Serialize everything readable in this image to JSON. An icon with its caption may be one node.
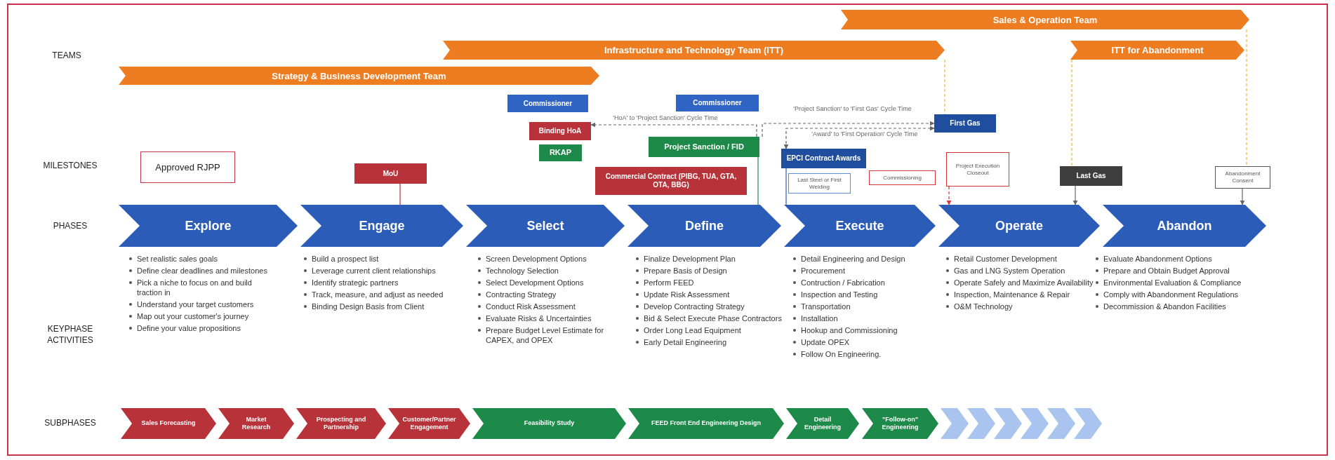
{
  "diagram": {
    "nodes": [
      {
        "text": [
          "Sales & Operation Team"
        ]
      },
      {
        "text": [
          "Infrastructure and Technology Team (ITT)"
        ]
      },
      {
        "text": [
          "ITT for Abandonment"
        ]
      },
      {
        "text": [
          "Strategy & Business Development Team"
        ]
      },
      {
        "text": [
          "Commissioner"
        ]
      },
      {
        "text": [
          "Commissioner"
        ]
      },
      {
        "text": [
          "First Gas"
        ]
      },
      {
        "text": [
          "Binding HoA"
        ]
      },
      {
        "text": [
          "Project Sanction / FID"
        ]
      },
      {
        "text": [
          "RKAP"
        ]
      },
      {
        "text": [
          "EPCI Contract Awards"
        ]
      },
      {
        "text": [
          "Approved RJPP"
        ]
      },
      {
        "text": [
          "MoU"
        ]
      },
      {
        "text": [
          "Project Execution Closeout"
        ]
      },
      {
        "text": [
          "Last Gas"
        ]
      },
      {
        "text": [
          "Abandonment Consent"
        ]
      },
      {
        "text": [
          "Commercial Contract (PIBG, TUA, GTA, OTA, BBG)"
        ]
      },
      {
        "text": [
          "Last Steel or First Welding"
        ]
      },
      {
        "text": [
          "Commissioning"
        ]
      },
      {
        "text": [
          "Explore"
        ]
      },
      {
        "text": [
          "Engage"
        ]
      },
      {
        "text": [
          "Select"
        ]
      },
      {
        "text": [
          "Define"
        ]
      },
      {
        "text": [
          "Execute"
        ]
      },
      {
        "text": [
          "Operate"
        ]
      },
      {
        "text": [
          "Abandon"
        ]
      },
      {
        "text": [
          "Sales Forecasting"
        ]
      },
      {
        "text": [
          "Market Research"
        ]
      },
      {
        "text": [
          "Prospecting and Partnership"
        ]
      },
      {
        "text": [
          "Customer/Partner Engagement"
        ]
      },
      {
        "text": [
          "Feasibility Study"
        ]
      },
      {
        "text": [
          "FEED Front End Engineering Design"
        ]
      },
      {
        "text": [
          "Detail Engineering"
        ]
      },
      {
        "text": [
          "\"Follow-on\" Engineering"
        ]
      },
      {
        "text": [],
        "shape": "chevron"
      },
      {
        "text": [],
        "shape": "chevron"
      },
      {
        "text": [],
        "shape": "chevron"
      },
      {
        "text": [],
        "shape": "chevron"
      },
      {
        "text": [],
        "shape": "chevron"
      },
      {
        "text": [],
        "shape": "chevron"
      }
    ],
    "edges": [
      {
        "from": 12,
        "to": 20,
        "arrow": "none",
        "color": "#b8323a"
      },
      {
        "from": 8,
        "to": 7,
        "arrow": "to",
        "label": "'HoA' to 'Project Sanction' Cycle Time",
        "style": "dashed"
      },
      {
        "from": 8,
        "to": 6,
        "arrow": "to",
        "label": "'Project Sanction' to 'First Gas' Cycle Time",
        "style": "dashed"
      },
      {
        "from": 10,
        "to": 6,
        "arrow": "both",
        "label": "'Award' to 'First Operation' Cycle Time",
        "style": "dashed"
      },
      {
        "from": 8,
        "to": 22,
        "arrow": "none",
        "color": "#1e8a4a"
      },
      {
        "from": 10,
        "to": 23,
        "arrow": "none",
        "color": "#2a5cb8"
      },
      {
        "from": 13,
        "to": 24,
        "arrow": "to",
        "style": "dashed",
        "color": "#d9343a"
      },
      {
        "from": 14,
        "to": 24,
        "arrow": "to"
      },
      {
        "from": 15,
        "to": 25,
        "arrow": "to"
      },
      {
        "from": 1,
        "to": 6,
        "arrow": "none",
        "style": "dashed",
        "color": "#e8b830"
      },
      {
        "from": 2,
        "to": 14,
        "arrow": "none",
        "style": "dashed",
        "color": "#e8b830"
      },
      {
        "from": 0,
        "to": 15,
        "arrow": "none",
        "style": "dashed",
        "color": "#e8b830"
      }
    ],
    "labels": [
      "TEAMS",
      "MILESTONES",
      "PHASES",
      "KEYPHASE ACTIVITIES",
      "Set realistic sales goals",
      "Define clear deadlines and milestones",
      "Pick a niche to focus on and build traction in",
      "Understand your target customers",
      "Map out your customer's journey",
      "Define your value propositions",
      "Build a prospect list",
      "Leverage current client relationships",
      "Identify strategic partners",
      "Track, measure, and adjust as needed",
      "Binding Design Basis from Client",
      "Screen Development Options",
      "Technology Selection",
      "Select Development Options",
      "Contracting Strategy",
      "Conduct Risk Assessment",
      "Evaluate Risks & Uncertainties",
      "Prepare Budget Level Estimate for CAPEX, and OPEX",
      "Finalize Development Plan",
      "Prepare Basis of Design",
      "Perform FEED",
      "Update Risk Assessment",
      "Develop Contracting Strategy",
      "Bid & Select Execute Phase Contractors",
      "Order Long Lead Equipment",
      "Early Detail Engineering",
      "Detail Engineering and Design",
      "Procurement",
      "Contruction / Fabrication",
      "Inspection and Testing",
      "Transportation",
      "Installation",
      "Hookup and Commissioning",
      "Update OPEX",
      "Follow On Engineering.",
      "Retail Customer Development",
      "Gas and LNG System Operation",
      "Operate Safely and Maximize Availability",
      "Inspection, Maintenance & Repair",
      "O&M Technology",
      "Evaluate Abandonment Options",
      "Prepare and Obtain Budget Approval",
      "Environmental Evaluation & Compliance",
      "Comply with Abandonment Regulations",
      "Decommission & Abandon Facilities",
      "SUBPHASES"
    ]
  }
}
